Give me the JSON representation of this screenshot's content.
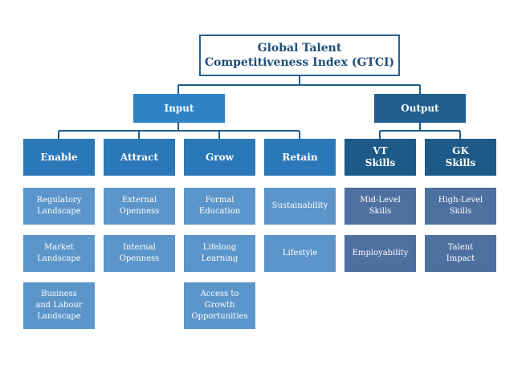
{
  "title": "Global Talent\nCompetitiveness Index (GTCI)",
  "input": {
    "label": "Input",
    "pillars": [
      {
        "label": "Enable",
        "items": [
          "Regulatory\nLandscape",
          "Market\nLandscape",
          "Business\nand Labour\nLandscape"
        ]
      },
      {
        "label": "Attract",
        "items": [
          "External\nOpenness",
          "Internal\nOpenness"
        ]
      },
      {
        "label": "Grow",
        "items": [
          "Formal\nEducation",
          "Lifelong\nLearning",
          "Access to\nGrowth\nOpportunities"
        ]
      },
      {
        "label": "Retain",
        "items": [
          "Sustainability",
          "Lifestyle"
        ]
      }
    ]
  },
  "output": {
    "label": "Output",
    "pillars": [
      {
        "label": "VT\nSkills",
        "items": [
          "Mid-Level\nSkills",
          "Employability"
        ]
      },
      {
        "label": "GK\nSkills",
        "items": [
          "High-Level\nSkills",
          "Talent\nImpact"
        ]
      }
    ]
  },
  "colors": {
    "line": "#1f5e8e",
    "input": "#2e84c7",
    "output": "#1f5e8e",
    "input_leaf": "#5b95c9",
    "output_leaf": "#4d70a0"
  }
}
